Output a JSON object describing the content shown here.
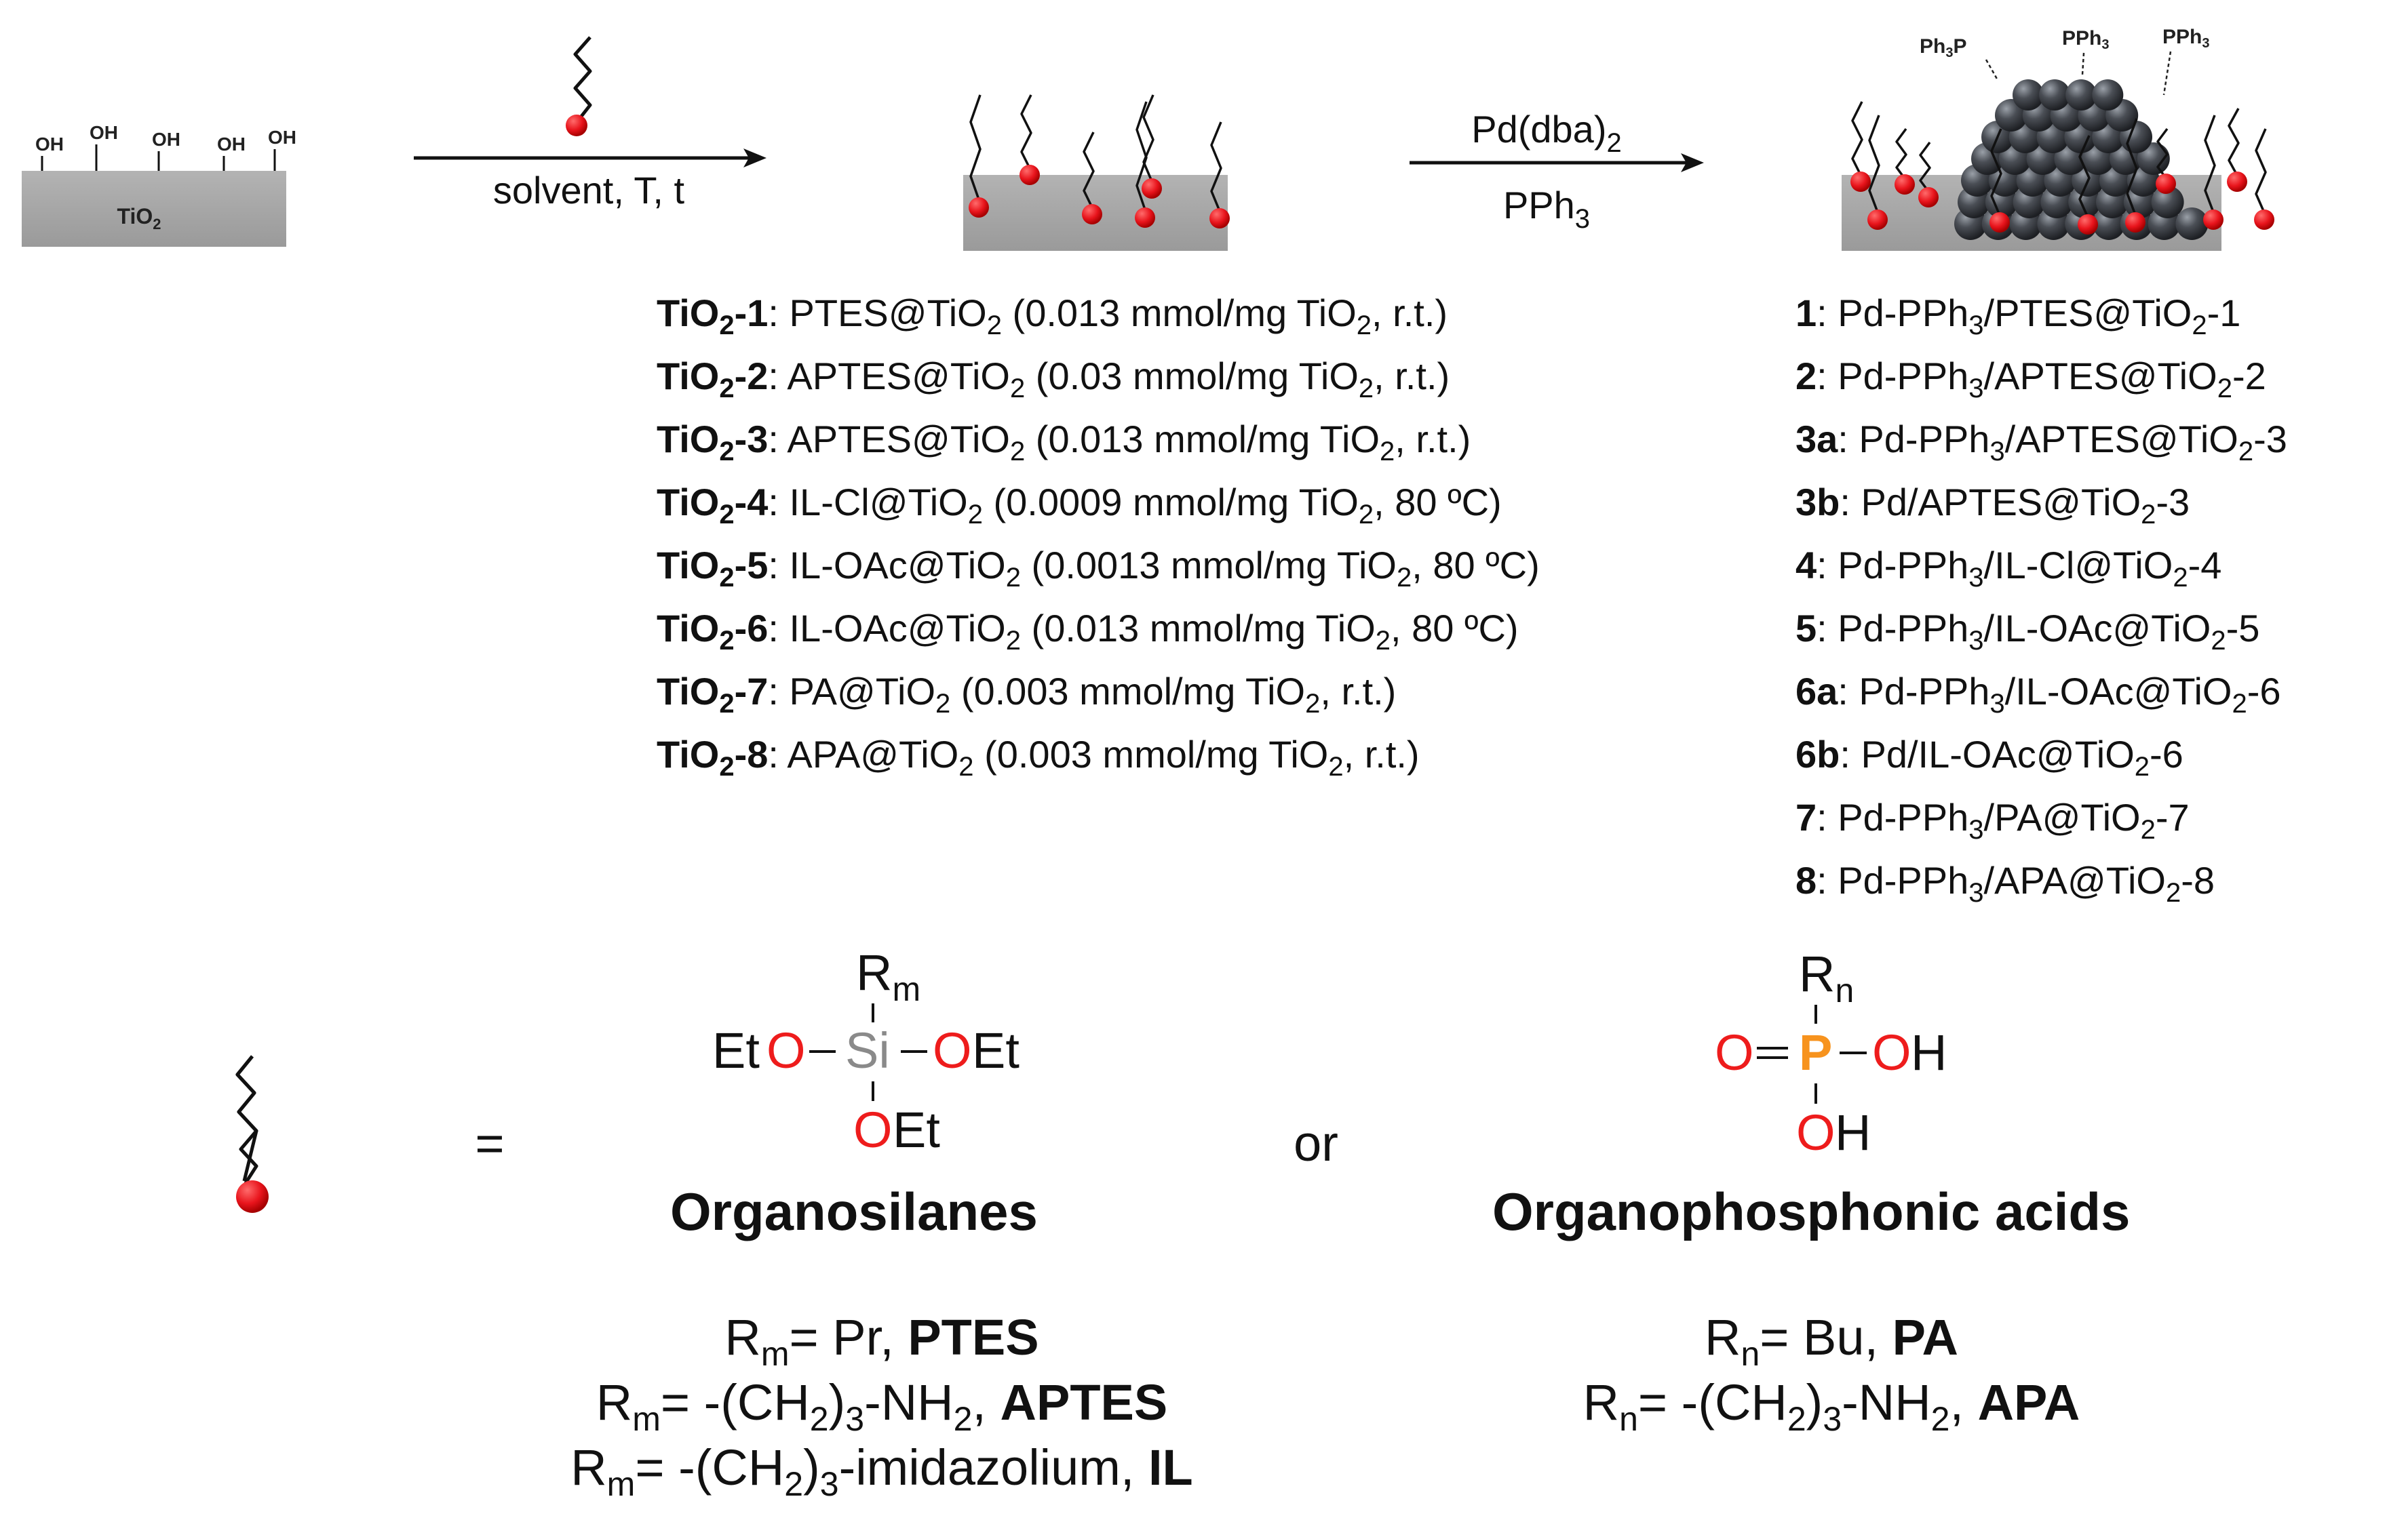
{
  "scheme": {
    "start": {
      "oh_label": "OH",
      "oh_count": 5,
      "support": "TiO",
      "support_sub": "2"
    },
    "step1": {
      "conditions": "solvent, T, t"
    },
    "step2": {
      "reagent_top": "Pd(dba)",
      "reagent_top_sub": "2",
      "reagent_bottom": "PPh",
      "reagent_bottom_sub": "3"
    },
    "product_ligands": [
      "Ph",
      "P",
      "PPh",
      "PPh"
    ],
    "ligand_sub": "3"
  },
  "supports": [
    {
      "code": "TiO",
      "code_sub": "2",
      "num": "-1",
      "name": "PTES@TiO",
      "conditions": " (0.013 mmol/mg TiO",
      "end": ", r.t.)"
    },
    {
      "code": "TiO",
      "code_sub": "2",
      "num": "-2",
      "name": "APTES@TiO",
      "conditions": " (0.03 mmol/mg TiO",
      "end": ", r.t.)"
    },
    {
      "code": "TiO",
      "code_sub": "2",
      "num": "-3",
      "name": "APTES@TiO",
      "conditions": " (0.013 mmol/mg TiO",
      "end": ", r.t.)"
    },
    {
      "code": "TiO",
      "code_sub": "2",
      "num": "-4",
      "name": "IL-Cl@TiO",
      "conditions": " (0.0009 mmol/mg TiO",
      "end": ", 80 ºC)"
    },
    {
      "code": "TiO",
      "code_sub": "2",
      "num": "-5",
      "name": "IL-OAc@TiO",
      "conditions": " (0.0013 mmol/mg TiO",
      "end": ", 80 ºC)"
    },
    {
      "code": "TiO",
      "code_sub": "2",
      "num": "-6",
      "name": "IL-OAc@TiO",
      "conditions": " (0.013 mmol/mg TiO",
      "end": ", 80 ºC)"
    },
    {
      "code": "TiO",
      "code_sub": "2",
      "num": "-7",
      "name": "PA@TiO",
      "conditions": " (0.003 mmol/mg TiO",
      "end": ", r.t.)"
    },
    {
      "code": "TiO",
      "code_sub": "2",
      "num": "-8",
      "name": "APA@TiO",
      "conditions": " (0.003 mmol/mg TiO",
      "end": ", r.t.)"
    }
  ],
  "catalysts": [
    {
      "id": "1",
      "pre": "Pd-PPh",
      "pre_sub": "3",
      "mid": "/PTES@TiO",
      "mid_sub": "2",
      "suffix": "-1"
    },
    {
      "id": "2",
      "pre": "Pd-PPh",
      "pre_sub": "3",
      "mid": "/APTES@TiO",
      "mid_sub": "2",
      "suffix": "-2"
    },
    {
      "id": "3a",
      "pre": "Pd-PPh",
      "pre_sub": "3",
      "mid": "/APTES@TiO",
      "mid_sub": "2",
      "suffix": "-3"
    },
    {
      "id": "3b",
      "pre": "Pd",
      "pre_sub": "",
      "mid": "/APTES@TiO",
      "mid_sub": "2",
      "suffix": "-3"
    },
    {
      "id": "4",
      "pre": "Pd-PPh",
      "pre_sub": "3",
      "mid": "/IL-Cl@TiO",
      "mid_sub": "2",
      "suffix": "-4"
    },
    {
      "id": "5",
      "pre": "Pd-PPh",
      "pre_sub": "3",
      "mid": "/IL-OAc@TiO",
      "mid_sub": "2",
      "suffix": "-5"
    },
    {
      "id": "6a",
      "pre": "Pd-PPh",
      "pre_sub": "3",
      "mid": "/IL-OAc@TiO",
      "mid_sub": "2",
      "suffix": "-6"
    },
    {
      "id": "6b",
      "pre": "Pd",
      "pre_sub": "",
      "mid": "/IL-OAc@TiO",
      "mid_sub": "2",
      "suffix": "-6"
    },
    {
      "id": "7",
      "pre": "Pd-PPh",
      "pre_sub": "3",
      "mid": "/PA@TiO",
      "mid_sub": "2",
      "suffix": "-7"
    },
    {
      "id": "8",
      "pre": "Pd-PPh",
      "pre_sub": "3",
      "mid": "/APA@TiO",
      "mid_sub": "2",
      "suffix": "-8"
    }
  ],
  "legend": {
    "equals": "=",
    "or": "or",
    "silane": {
      "r": "R",
      "r_sub": "m",
      "si": "Si",
      "o": "O",
      "et": "Et",
      "heading": "Organosilanes",
      "definitions": [
        {
          "r": "R",
          "r_sub": "m",
          "text": "= Pr, ",
          "name": "PTES",
          "parts": []
        },
        {
          "r": "R",
          "r_sub": "m",
          "text": "= -(CH",
          "name": "APTES",
          "parts": [
            "2",
            ")",
            "3",
            "-NH",
            "2",
            ", "
          ]
        },
        {
          "r": "R",
          "r_sub": "m",
          "text": "= -(CH",
          "name": "IL",
          "parts": [
            "2",
            ")",
            "3",
            "-imidazolium, "
          ]
        }
      ]
    },
    "phosphonic": {
      "r": "R",
      "r_sub": "n",
      "p": "P",
      "o": "O",
      "h": "H",
      "heading": "Organophosphonic acids",
      "definitions": [
        {
          "r": "R",
          "r_sub": "n",
          "text": "= Bu, ",
          "name": "PA",
          "parts": []
        },
        {
          "r": "R",
          "r_sub": "n",
          "text": "= -(CH",
          "name": "APA",
          "parts": [
            "2",
            ")",
            "3",
            "-NH",
            "2",
            ", "
          ]
        }
      ]
    }
  },
  "colors": {
    "support_fill": "#a6a6a6",
    "anchor_red": "#e8141c",
    "oxygen_red": "#ee1c1c",
    "silicon_gray": "#8a8a8a",
    "phosphorus_orange": "#f7931e",
    "pd_sphere": "#44474d"
  }
}
